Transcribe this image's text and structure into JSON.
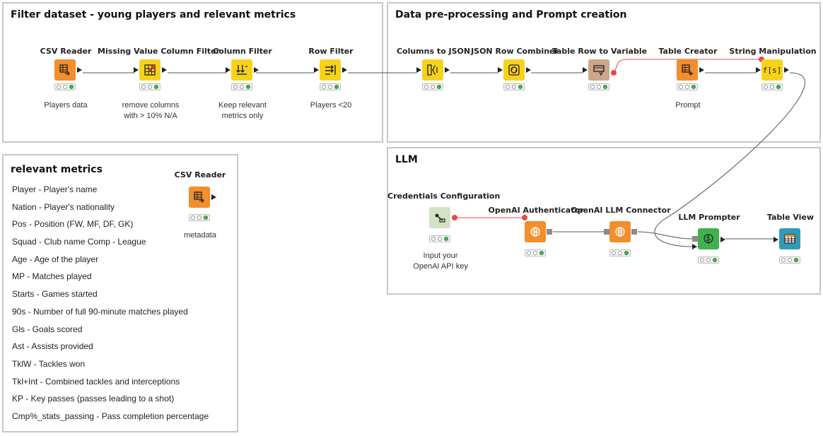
{
  "annotations": {
    "filter": {
      "title": "Filter dataset - young players and relevant metrics"
    },
    "preprocess": {
      "title": "Data pre-processing and Prompt creation"
    },
    "llm": {
      "title": "LLM"
    },
    "metrics": {
      "title": "relevant metrics",
      "items": [
        "Player - Player's name",
        "Nation - Player's nationality",
        "Pos - Position (FW, MF, DF, GK)",
        "Squad - Club name Comp - League",
        "Age - Age of the player",
        "MP - Matches played",
        "Starts - Games started",
        "90s - Number of full 90-minute matches played",
        "Gls - Goals scored",
        "Ast - Assists provided",
        "TklW - Tackles won",
        "Tkl+Int - Combined tackles and interceptions",
        "KP - Key passes (passes leading to a shot)",
        "Cmp%_stats_passing - Pass completion percentage"
      ]
    }
  },
  "nodes": {
    "csv_reader": {
      "name": "CSV Reader",
      "desc": "Players data",
      "icon": "table-read-icon",
      "color": "#f28e2b"
    },
    "missing_value_filter": {
      "name": "Missing Value Column Filter",
      "desc": "remove columns\nwith > 10% N/A",
      "icon": "grid-filter-icon",
      "color": "#f7d21b"
    },
    "column_filter": {
      "name": "Column Filter",
      "desc": "Keep relevant\nmetrics only",
      "icon": "column-filter-icon",
      "color": "#f7d21b"
    },
    "row_filter": {
      "name": "Row Filter",
      "desc": "Players <20",
      "icon": "row-filter-icon",
      "color": "#f7d21b"
    },
    "columns_to_json": {
      "name": "Columns to JSON",
      "desc": "",
      "icon": "json-icon",
      "color": "#f7d21b"
    },
    "json_row_combiner": {
      "name": "JSON Row Combiner",
      "desc": "",
      "icon": "combine-icon",
      "color": "#f7d21b"
    },
    "table_row_to_variable": {
      "name": "Table Row to Variable",
      "desc": "",
      "icon": "variable-icon",
      "color": "#cda58b"
    },
    "table_creator": {
      "name": "Table Creator",
      "desc": "Prompt",
      "icon": "table-create-icon",
      "color": "#f28e2b"
    },
    "string_manipulation": {
      "name": "String Manipulation",
      "desc": "",
      "icon": "function-icon",
      "glyph": "f[s]",
      "color": "#f7d21b"
    },
    "csv_reader_meta": {
      "name": "CSV Reader",
      "desc": "metadata",
      "icon": "table-read-icon",
      "color": "#f28e2b"
    },
    "credentials_config": {
      "name": "Credentials Configuration",
      "desc": "Input your\nOpenAI API key",
      "icon": "credentials-icon",
      "color": "#d5e1c3"
    },
    "openai_authenticator": {
      "name": "OpenAI Authenticator",
      "desc": "",
      "icon": "openai-icon",
      "color": "#f28e2b"
    },
    "openai_llm_connector": {
      "name": "OpenAI LLM Connector",
      "desc": "",
      "icon": "openai-icon",
      "color": "#f28e2b"
    },
    "llm_prompter": {
      "name": "LLM Prompter",
      "desc": "",
      "icon": "brain-icon",
      "color": "#3fb14d"
    },
    "table_view": {
      "name": "Table View",
      "desc": "",
      "icon": "table-view-icon",
      "color": "#2f9bb7"
    }
  },
  "colors": {
    "data_wire": "#555555",
    "variable_wire": "#e8484c",
    "status_ok": "#3fb14d"
  }
}
